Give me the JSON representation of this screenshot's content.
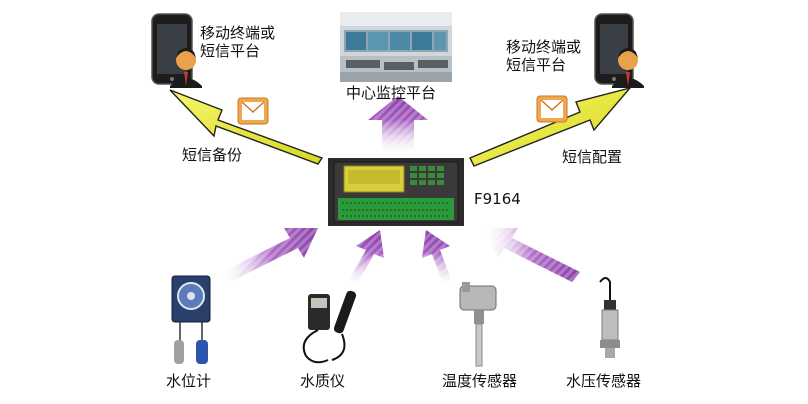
{
  "mobile_left": {
    "line1": "移动终端或",
    "line2": "短信平台"
  },
  "mobile_right": {
    "line1": "移动终端或",
    "line2": "短信平台"
  },
  "center_platform": {
    "label": "中心监控平台"
  },
  "sms_backup": {
    "label": "短信备份"
  },
  "sms_config": {
    "label": "短信配置"
  },
  "device": {
    "model": "F9164"
  },
  "sensors": [
    {
      "label": "水位计"
    },
    {
      "label": "水质仪"
    },
    {
      "label": "温度传感器"
    },
    {
      "label": "水压传感器"
    }
  ],
  "colors": {
    "arrow_purple": "#9b4fb5",
    "arrow_yellow": "#e8e83a",
    "device_green": "#2a9a3a"
  }
}
